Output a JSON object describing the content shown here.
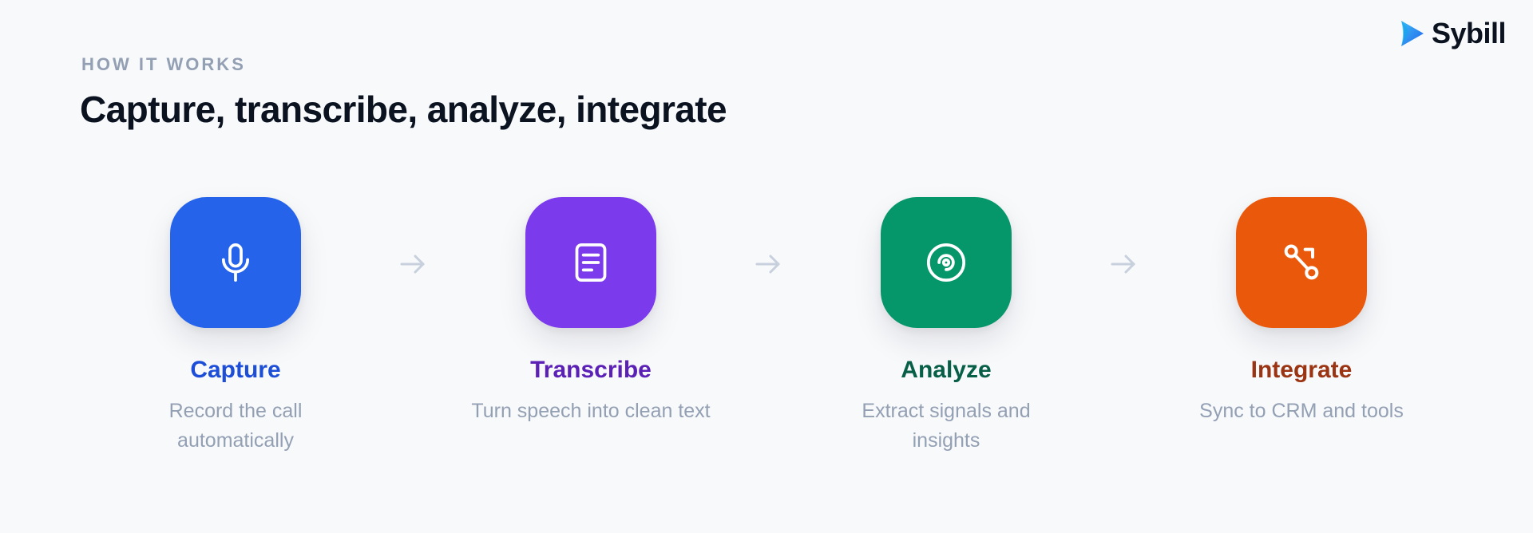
{
  "brand": {
    "name": "Sybill",
    "logo_icon": "sybill-logo-icon"
  },
  "section": {
    "eyebrow": "HOW IT WORKS",
    "headline": "Capture, transcribe, analyze, integrate"
  },
  "steps": [
    {
      "title": "Capture",
      "description": "Record the call automatically",
      "icon": "microphone-icon",
      "tile_color": "#2563eb",
      "title_color": "#1d4ed8"
    },
    {
      "title": "Transcribe",
      "description": "Turn speech into clean text",
      "icon": "document-icon",
      "tile_color": "#7c3aed",
      "title_color": "#5b21b6"
    },
    {
      "title": "Analyze",
      "description": "Extract signals and insights",
      "icon": "target-icon",
      "tile_color": "#059669",
      "title_color": "#065f46"
    },
    {
      "title": "Integrate",
      "description": "Sync to CRM and tools",
      "icon": "integration-icon",
      "tile_color": "#ea580c",
      "title_color": "#9a3412"
    }
  ],
  "connector_icon": "arrow-right-icon",
  "colors": {
    "background": "#f8f9fb",
    "muted_text": "#93a0b4",
    "heading": "#0b1220",
    "arrow": "#c7d0dc"
  }
}
